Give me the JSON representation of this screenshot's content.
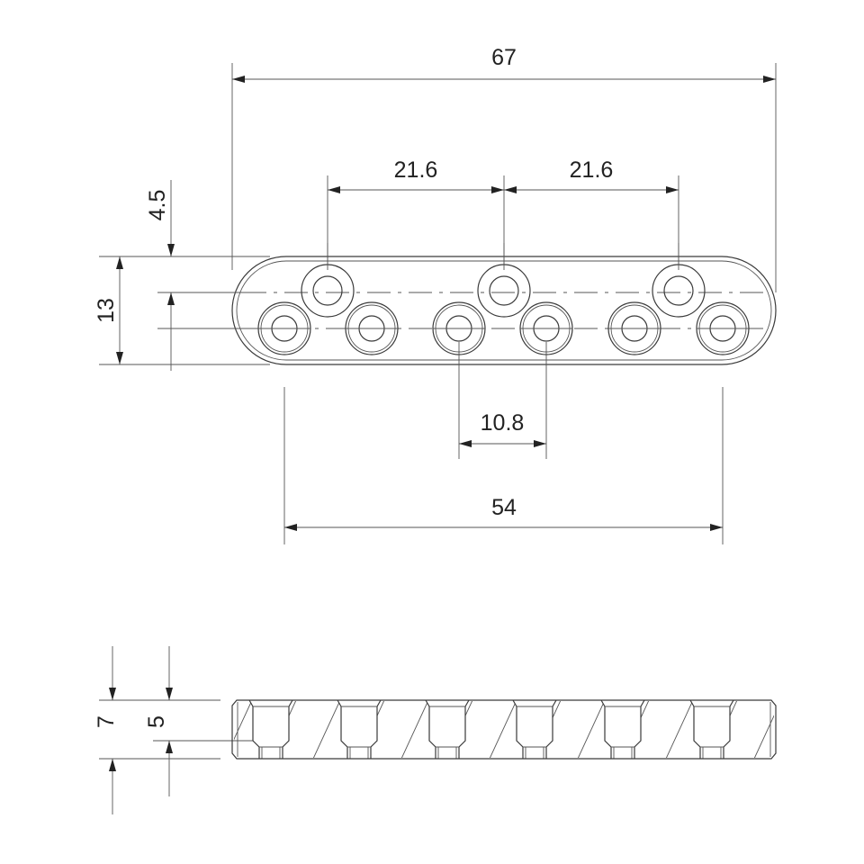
{
  "dimensions": {
    "overall_length": "67",
    "upper_pitch_left": "21.6",
    "upper_pitch_right": "21.6",
    "upper_offset": "4.5",
    "width": "13",
    "lower_pitch": "10.8",
    "lower_span": "54",
    "thickness": "7",
    "counterbore_depth": "5"
  },
  "holes": {
    "upper_count": 3,
    "lower_count": 6
  },
  "colors": {
    "line": "#3a3a3a",
    "background": "#ffffff"
  }
}
